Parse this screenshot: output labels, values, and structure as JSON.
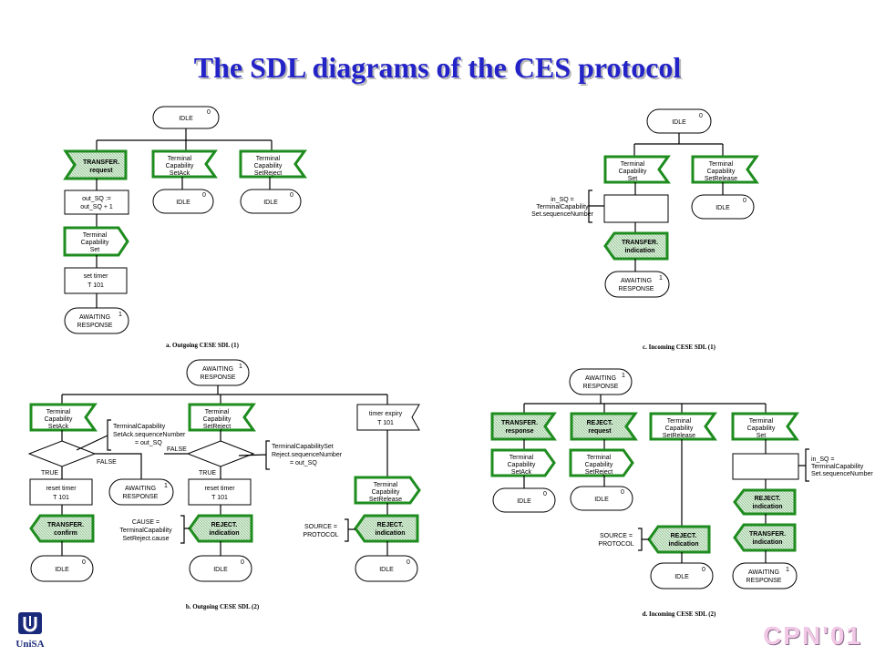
{
  "title": "The SDL diagrams of the CES protocol",
  "logo": {
    "name": "UniSA"
  },
  "badge": "CPN'01",
  "colors": {
    "title": "#2323c8",
    "accent_green": "#1e8c1e"
  },
  "captions": {
    "a": "a. Outgoing CESE SDL (1)",
    "b": "b. Outgoing CESE SDL (2)",
    "c": "c. Incoming CESE SDL (1)",
    "d": "d. Incoming CESE SDL (2)"
  },
  "labels": {
    "idle": "IDLE",
    "zero": "0",
    "one": "1",
    "awaiting": "AWAITING",
    "response": "RESPONSE",
    "transfer": "TRANSFER.",
    "request": "request",
    "confirm": "confirm",
    "indication": "indication",
    "response_lc": "response",
    "reject": "REJECT.",
    "terminal": "Terminal",
    "capability": "Capability",
    "set": "Set",
    "setack": "SetAck",
    "setreject": "SetReject",
    "setrelease": "SetRelease",
    "outsq1": "out_SQ :=",
    "outsq2": "out_SQ + 1",
    "settimer": "set timer",
    "t101": "T 101",
    "resettimer": "reset timer",
    "timerexpiry": "timer expiry",
    "true": "TRUE",
    "false": "FALSE",
    "insq1": "in_SQ =",
    "insq2": "TerminalCapability",
    "insq3": "Set.sequenceNumber",
    "ack_cond1": "TerminalCapability",
    "ack_cond2": "SetAck.sequenceNumber",
    "ack_cond3": "= out_SQ",
    "rej_cond1": "TerminalCapabilitySet",
    "rej_cond2": "Reject.sequenceNumber",
    "rej_cond3": "= out_SQ",
    "cause1": "CAUSE =",
    "cause2": "TerminalCapability",
    "cause3": "SetReject.cause",
    "source1": "SOURCE =",
    "source2": "PROTOCOL"
  }
}
